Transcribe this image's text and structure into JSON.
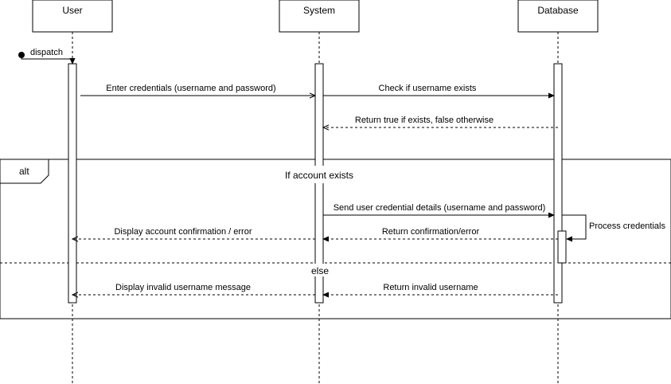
{
  "participants": [
    {
      "id": "user",
      "label": "User"
    },
    {
      "id": "system",
      "label": "System"
    },
    {
      "id": "database",
      "label": "Database"
    }
  ],
  "found_message": {
    "label": "dispatch"
  },
  "messages": [
    {
      "id": "enter-credentials",
      "label": "Enter credentials (username and password)",
      "from": "user",
      "to": "system",
      "style": "solid"
    },
    {
      "id": "check-username",
      "label": "Check if username exists",
      "from": "system",
      "to": "database",
      "style": "solid"
    },
    {
      "id": "return-exists",
      "label": "Return true if exists, false otherwise",
      "from": "database",
      "to": "system",
      "style": "dashed"
    },
    {
      "id": "send-credentials",
      "label": "Send user credential details (username and password)",
      "from": "system",
      "to": "database",
      "style": "solid"
    },
    {
      "id": "process-credentials",
      "label": "Process credentials",
      "from": "database",
      "to": "database",
      "style": "self"
    },
    {
      "id": "return-confirmation",
      "label": "Return confirmation/error",
      "from": "database",
      "to": "system",
      "style": "dashed"
    },
    {
      "id": "display-confirmation",
      "label": "Display account confirmation / error",
      "from": "system",
      "to": "user",
      "style": "dashed"
    },
    {
      "id": "return-invalid",
      "label": "Return invalid username",
      "from": "database",
      "to": "system",
      "style": "dashed"
    },
    {
      "id": "display-invalid",
      "label": "Display invalid username message",
      "from": "system",
      "to": "user",
      "style": "dashed"
    }
  ],
  "fragment": {
    "operator": "alt",
    "guard": "If account exists",
    "else_label": "else"
  },
  "colors": {
    "line": "#000000",
    "background": "#ffffff"
  }
}
